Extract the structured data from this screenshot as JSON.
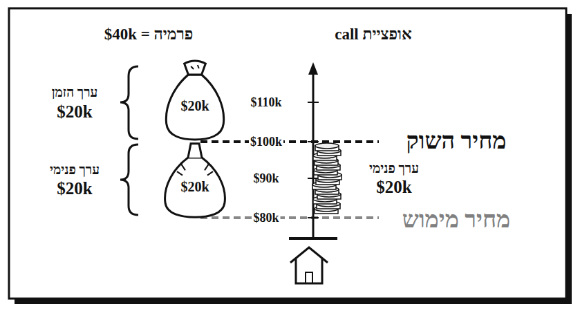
{
  "diagram": {
    "title": "אופציית call",
    "nodes": [
      {
        "text": [
          "$20k"
        ]
      },
      {
        "text": [
          "$20k"
        ]
      }
    ],
    "labels": [
      "פרמיה = $40k",
      "ערך הזמן",
      "$20k",
      "ערך פנימי",
      "$20k",
      "$110k",
      "$100k",
      "$90k",
      "$80k",
      "מחיר השוק",
      "ערך פנימי",
      "$20k",
      "מחיר מימוש"
    ]
  }
}
